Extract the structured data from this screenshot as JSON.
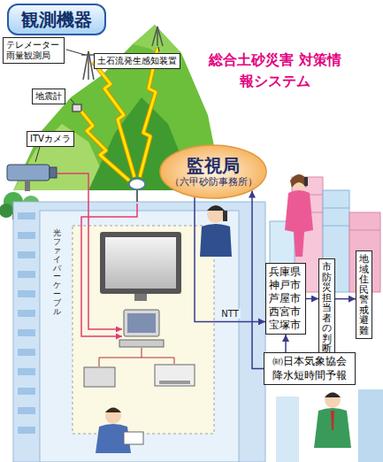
{
  "diagram": {
    "title": "総合土砂災害 対策情報システム",
    "nodes": [
      {
        "text": [
          "観測機器"
        ]
      },
      {
        "text": [
          "テレメーター 雨量観測局"
        ]
      },
      {
        "text": [
          "土石流発生感知装置"
        ]
      },
      {
        "text": [
          "地震計"
        ]
      },
      {
        "text": [
          "ITVカメラ"
        ]
      },
      {
        "text": [
          "監視局",
          "（六甲砂防事務所）"
        ]
      },
      {
        "text": [
          "兵庫県 神戸市 芦屋市 西宮市 宝塚市"
        ]
      },
      {
        "text": [
          "市防災担当者の判断"
        ]
      },
      {
        "text": [
          "地域住民警戒避難"
        ]
      },
      {
        "text": [
          "㈶日本気象協会 降水短時間予報"
        ]
      }
    ],
    "edges": [
      {
        "from": 5,
        "to": 6,
        "label": "NTT",
        "arrow": "to"
      },
      {
        "from": 9,
        "to": 5,
        "arrow": "to"
      },
      {
        "from": 9,
        "to": 6,
        "arrow": "to"
      },
      {
        "from": 6,
        "to": 7,
        "arrow": "to"
      },
      {
        "from": 7,
        "to": 8,
        "arrow": "to"
      }
    ],
    "labels": [
      "光ファイバーケーブル"
    ]
  }
}
